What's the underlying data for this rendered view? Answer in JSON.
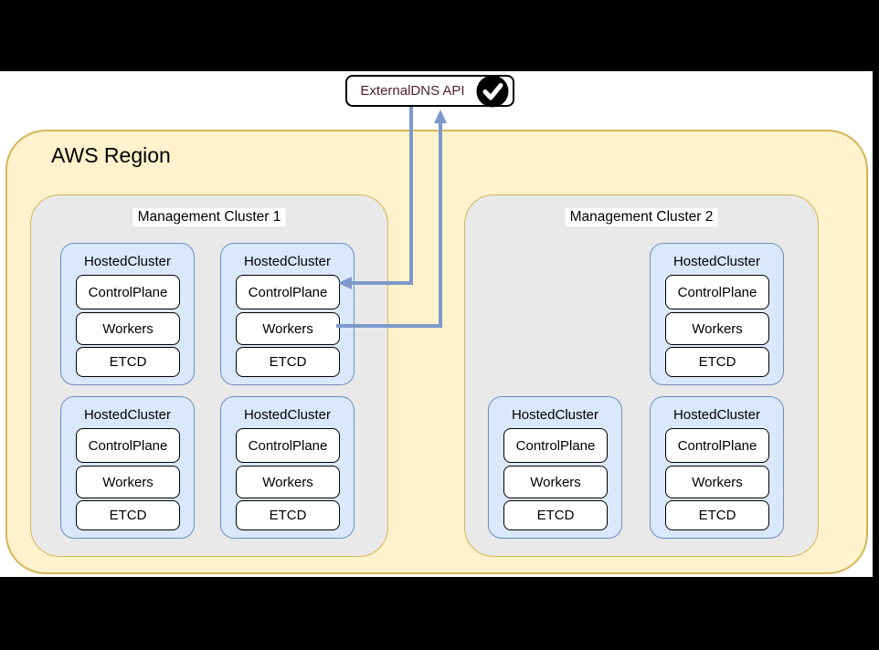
{
  "external_dns": {
    "label": "ExternalDNS API",
    "status_icon": "check-icon"
  },
  "aws_region": {
    "label": "AWS Region"
  },
  "clusters": [
    {
      "label": "Management Cluster 1",
      "hosted": [
        {
          "title": "HostedCluster",
          "components": [
            "ControlPlane",
            "Workers",
            "ETCD"
          ]
        },
        {
          "title": "HostedCluster",
          "components": [
            "ControlPlane",
            "Workers",
            "ETCD"
          ]
        },
        {
          "title": "HostedCluster",
          "components": [
            "ControlPlane",
            "Workers",
            "ETCD"
          ]
        },
        {
          "title": "HostedCluster",
          "components": [
            "ControlPlane",
            "Workers",
            "ETCD"
          ]
        }
      ]
    },
    {
      "label": "Management Cluster 2",
      "hosted": [
        {
          "title": "HostedCluster",
          "components": [
            "ControlPlane",
            "Workers",
            "ETCD"
          ]
        },
        {
          "title": "HostedCluster",
          "components": [
            "ControlPlane",
            "Workers",
            "ETCD"
          ]
        },
        {
          "title": "HostedCluster",
          "components": [
            "ControlPlane",
            "Workers",
            "ETCD"
          ]
        }
      ]
    }
  ],
  "connections": [
    {
      "from": "ExternalDNS API",
      "to": "Management Cluster 1 / HostedCluster 2 / ControlPlane",
      "direction": "into-controlplane"
    },
    {
      "from": "Management Cluster 1 / HostedCluster 2 / Workers",
      "to": "ExternalDNS API",
      "direction": "into-externaldns"
    }
  ],
  "colors": {
    "letterbox": "#000000",
    "region_fill": "#FFF2CC",
    "region_stroke": "#D6B656",
    "cluster_fill": "#E9E9E9",
    "cluster_stroke": "#D6B656",
    "hosted_fill": "#DAE8FC",
    "hosted_stroke": "#6C8EBF",
    "component_fill": "#FFFFFF",
    "component_stroke": "#000000",
    "arrow": "#7D99CC",
    "externaldns_text": "#52222E",
    "check_circle": "#000000",
    "check_mark": "#FFFFFF"
  }
}
